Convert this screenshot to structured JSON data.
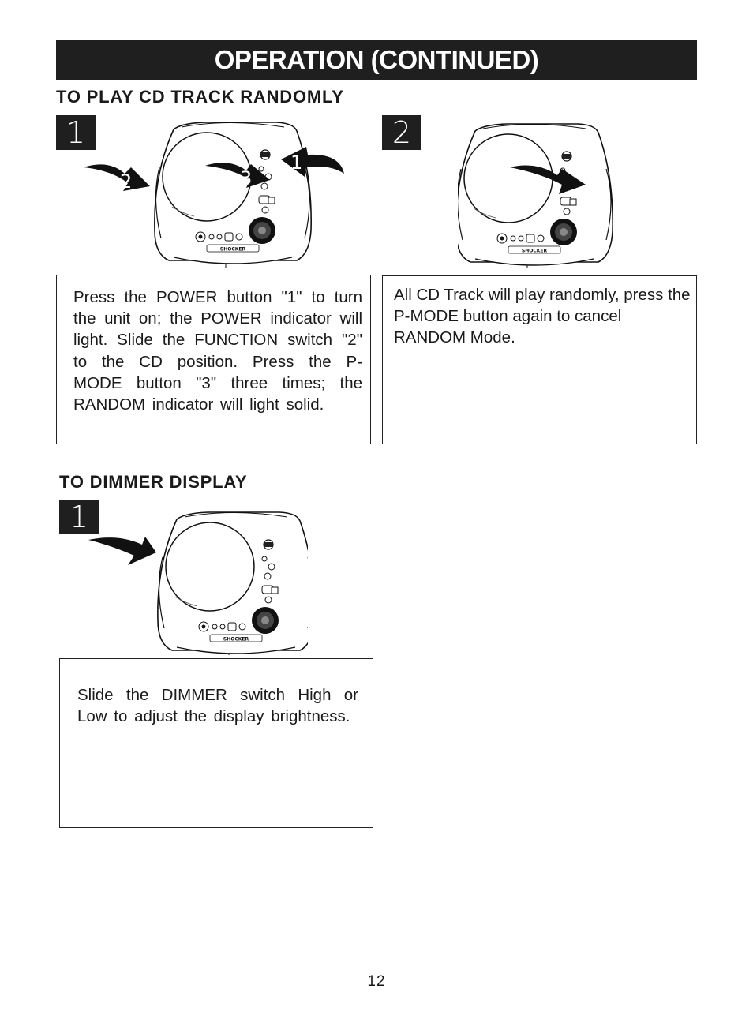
{
  "header": {
    "title": "OPERATION (CONTINUED)"
  },
  "random_section": {
    "title": "TO PLAY CD TRACK RANDOMLY",
    "step1": {
      "badge": "1",
      "callouts": [
        "1",
        "2",
        "3"
      ],
      "text": "Press the POWER button \"1\" to turn the unit on; the POWER indicator will light. Slide the FUNCTION switch \"2\" to the CD position. Press the P-MODE button \"3\" three times; the RANDOM indicator will light solid."
    },
    "step2": {
      "badge": "2",
      "text": "All CD Track will play randomly, press the P-MODE button again to cancel RANDOM Mode."
    }
  },
  "dimmer_section": {
    "title": "TO DIMMER DISPLAY",
    "step1": {
      "badge": "1",
      "text": "Slide the DIMMER switch High or Low to adjust the display brightness."
    }
  },
  "device": {
    "brand": "SHOCKER"
  },
  "page": {
    "number": "12"
  },
  "colors": {
    "bar": "#1f1f1f",
    "text": "#1a1a1a",
    "arrow": "#111111"
  }
}
